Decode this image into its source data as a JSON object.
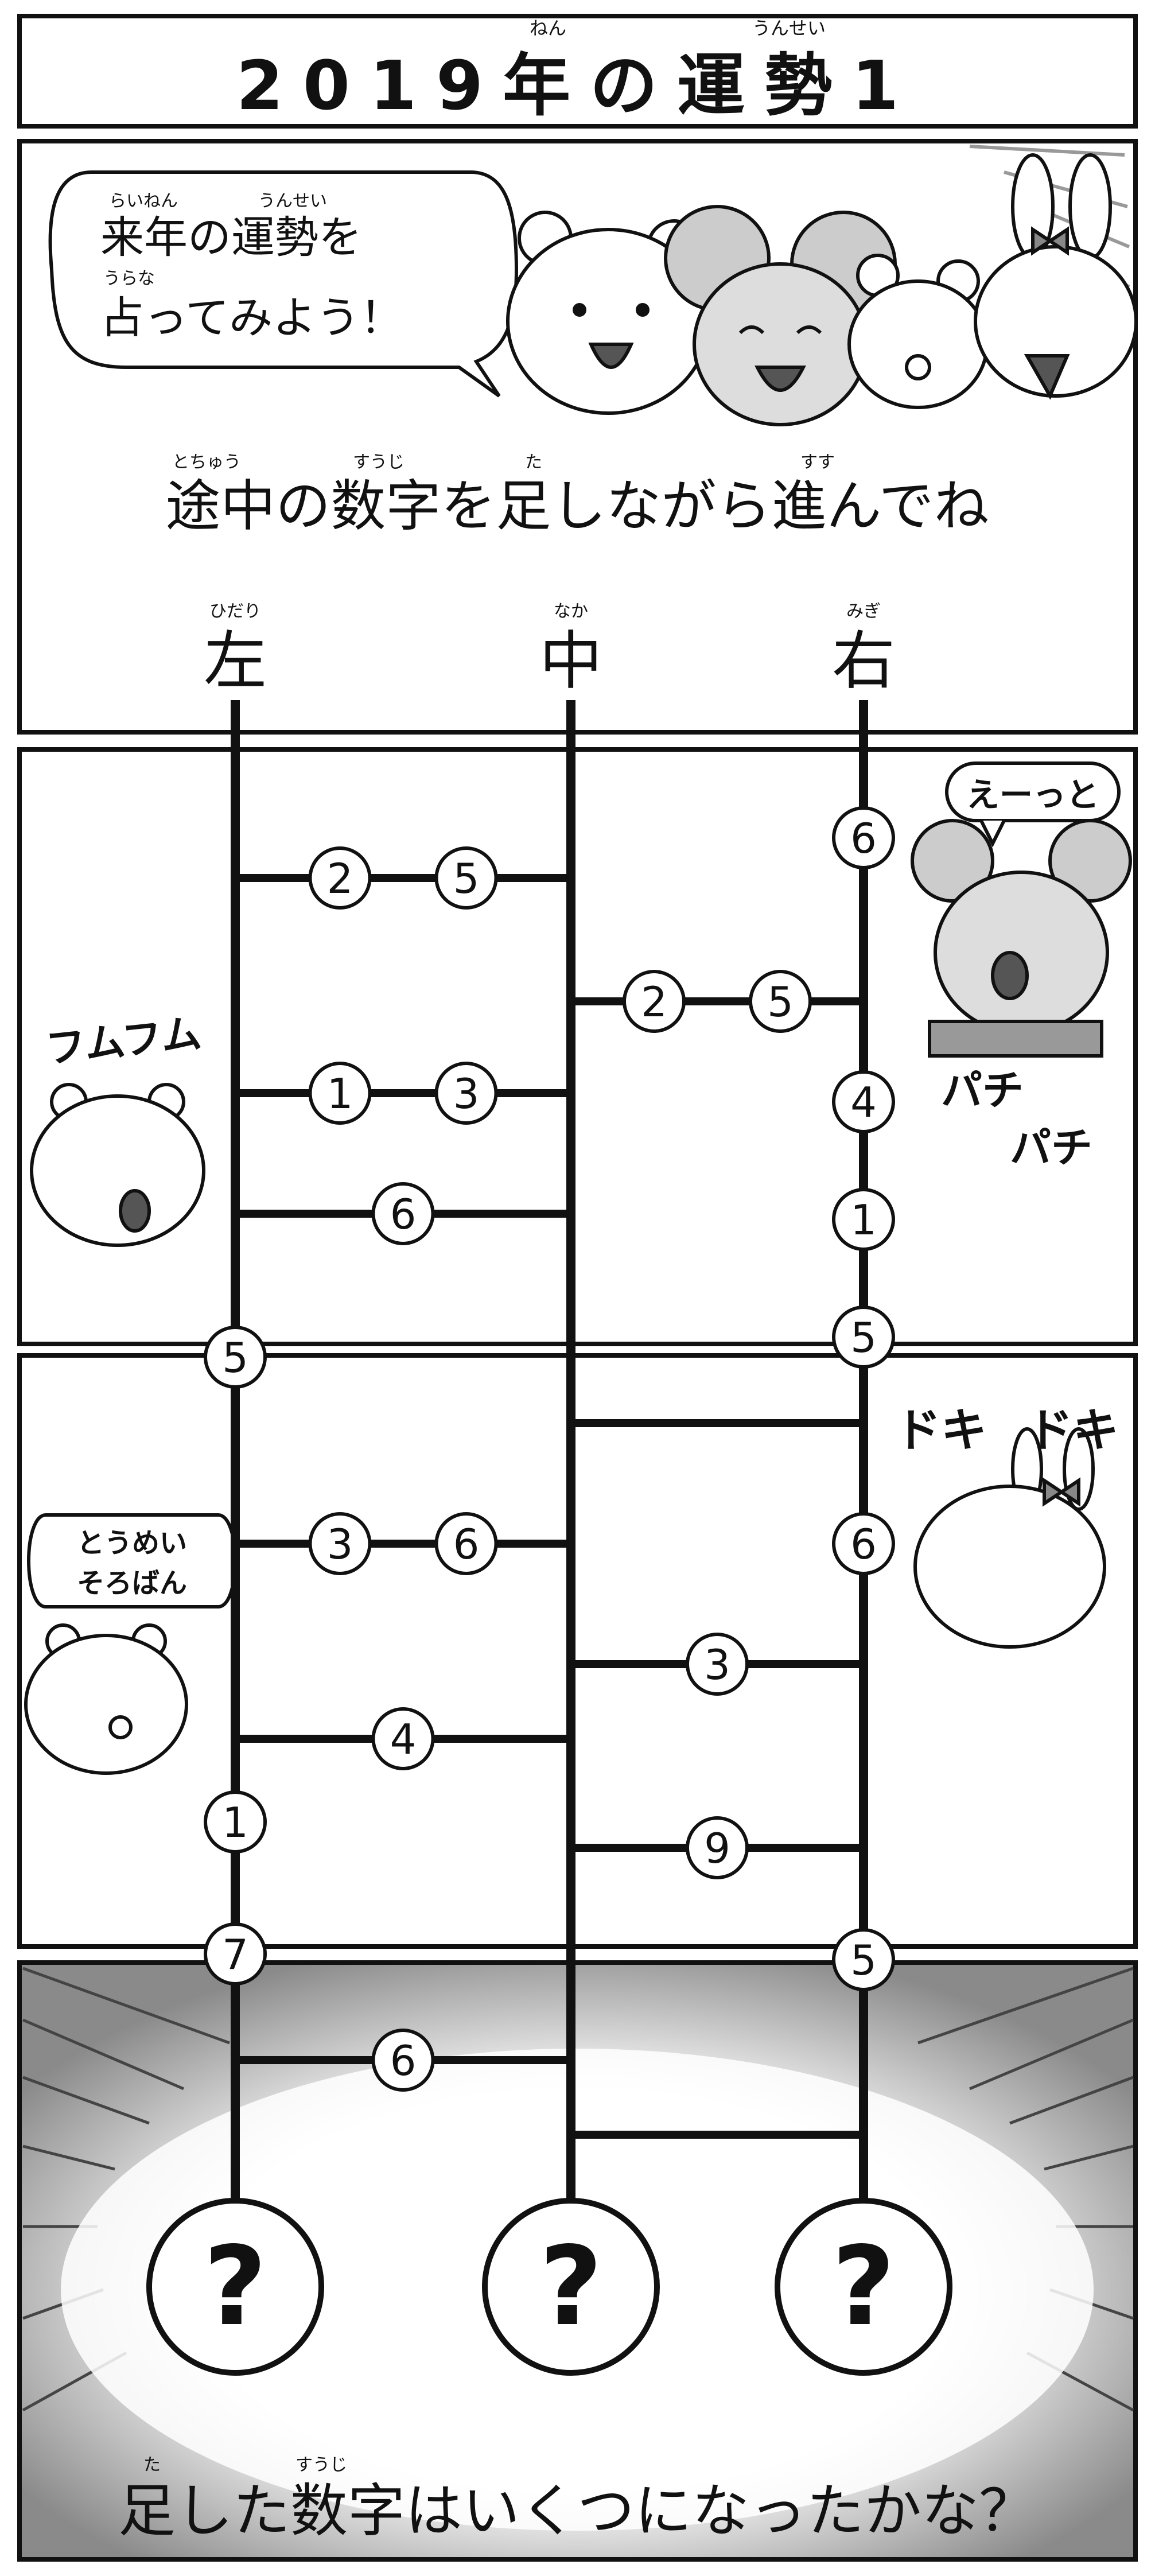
{
  "title": {
    "ruby_nen": "ねん",
    "ruby_unsei": "うんせい",
    "text": "2019年の運勢1"
  },
  "speech": {
    "ruby_rainen": "らいねん",
    "ruby_unsei": "うんせい",
    "line1": "来年の運勢を",
    "ruby_uranai": "うらな",
    "line2": "占ってみよう！"
  },
  "instruction": {
    "ruby_tochuu": "とちゅう",
    "ruby_suuji": "すうじ",
    "ruby_ta": "た",
    "ruby_susu": "すす",
    "text": "途中の数字を足しながら進んでね"
  },
  "columns": [
    {
      "ruby": "ひだり",
      "label": "左"
    },
    {
      "ruby": "なか",
      "label": "中"
    },
    {
      "ruby": "みぎ",
      "label": "右"
    }
  ],
  "sfx": {
    "eetto": "えーっと",
    "pachi1": "パチ",
    "pachi2": "パチ",
    "fumufumu": "フムフム",
    "doki1": "ドキ",
    "doki2": "ドキ",
    "toumei_line1": "とうめい",
    "toumei_line2": "そろばん"
  },
  "ladder": {
    "rungs": [
      {
        "from": "left",
        "to": "center",
        "numbers": [
          "2",
          "5"
        ]
      },
      {
        "from": "center",
        "to": "right",
        "numbers": [
          "2",
          "5"
        ]
      },
      {
        "from": "left",
        "to": "center",
        "numbers": [
          "1",
          "3"
        ]
      },
      {
        "from": "left",
        "to": "center",
        "numbers": [
          "6"
        ]
      },
      {
        "from": "center",
        "to": "right",
        "numbers": []
      },
      {
        "from": "left",
        "to": "center",
        "numbers": [
          "3",
          "6"
        ]
      },
      {
        "from": "center",
        "to": "right",
        "numbers": [
          "3"
        ]
      },
      {
        "from": "left",
        "to": "center",
        "numbers": [
          "4"
        ]
      },
      {
        "from": "center",
        "to": "right",
        "numbers": [
          "9"
        ]
      },
      {
        "from": "left",
        "to": "center",
        "numbers": [
          "6"
        ]
      },
      {
        "from": "center",
        "to": "right",
        "numbers": []
      }
    ],
    "pole_numbers": {
      "left": [
        "5",
        "1",
        "7"
      ],
      "right": [
        "6",
        "4",
        "1",
        "5",
        "6",
        "5"
      ]
    },
    "results": [
      "?",
      "?",
      "?"
    ]
  },
  "question": {
    "ruby_ta": "た",
    "ruby_suuji": "すうじ",
    "text": "足した数字はいくつになったかな？"
  }
}
